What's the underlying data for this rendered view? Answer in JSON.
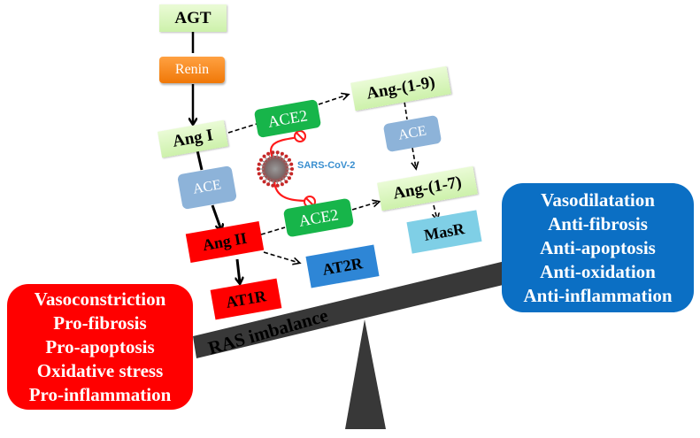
{
  "title": "RAS imbalance in SARS-CoV-2 infection",
  "nodes": {
    "agt": "AGT",
    "renin": "Renin",
    "ang1": "Ang I",
    "ace2_top": "ACE2",
    "ang19": "Ang-(1-9)",
    "ace_right": "ACE",
    "ace_left": "ACE",
    "ang17": "Ang-(1-7)",
    "ace2_bottom": "ACE2",
    "ang2": "Ang II",
    "at2r": "AT2R",
    "masr": "MasR",
    "at1r": "AT1R"
  },
  "virus": {
    "label": "SARS-CoV-2",
    "icon": "coronavirus-icon",
    "inhibit_icon": "prohibited-icon"
  },
  "left_panel": {
    "color": "#ff0000",
    "lines": [
      "Vasoconstriction",
      "Pro-fibrosis",
      "Pro-apoptosis",
      "Oxidative stress",
      "Pro-inflammation"
    ]
  },
  "right_panel": {
    "color": "#0b6fc4",
    "lines": [
      "Vasodilatation",
      "Anti-fibrosis",
      "Anti-apoptosis",
      "Anti-oxidation",
      "Anti-inflammation"
    ]
  },
  "scale": {
    "label": "RAS imbalance",
    "beam_color": "#383838"
  }
}
